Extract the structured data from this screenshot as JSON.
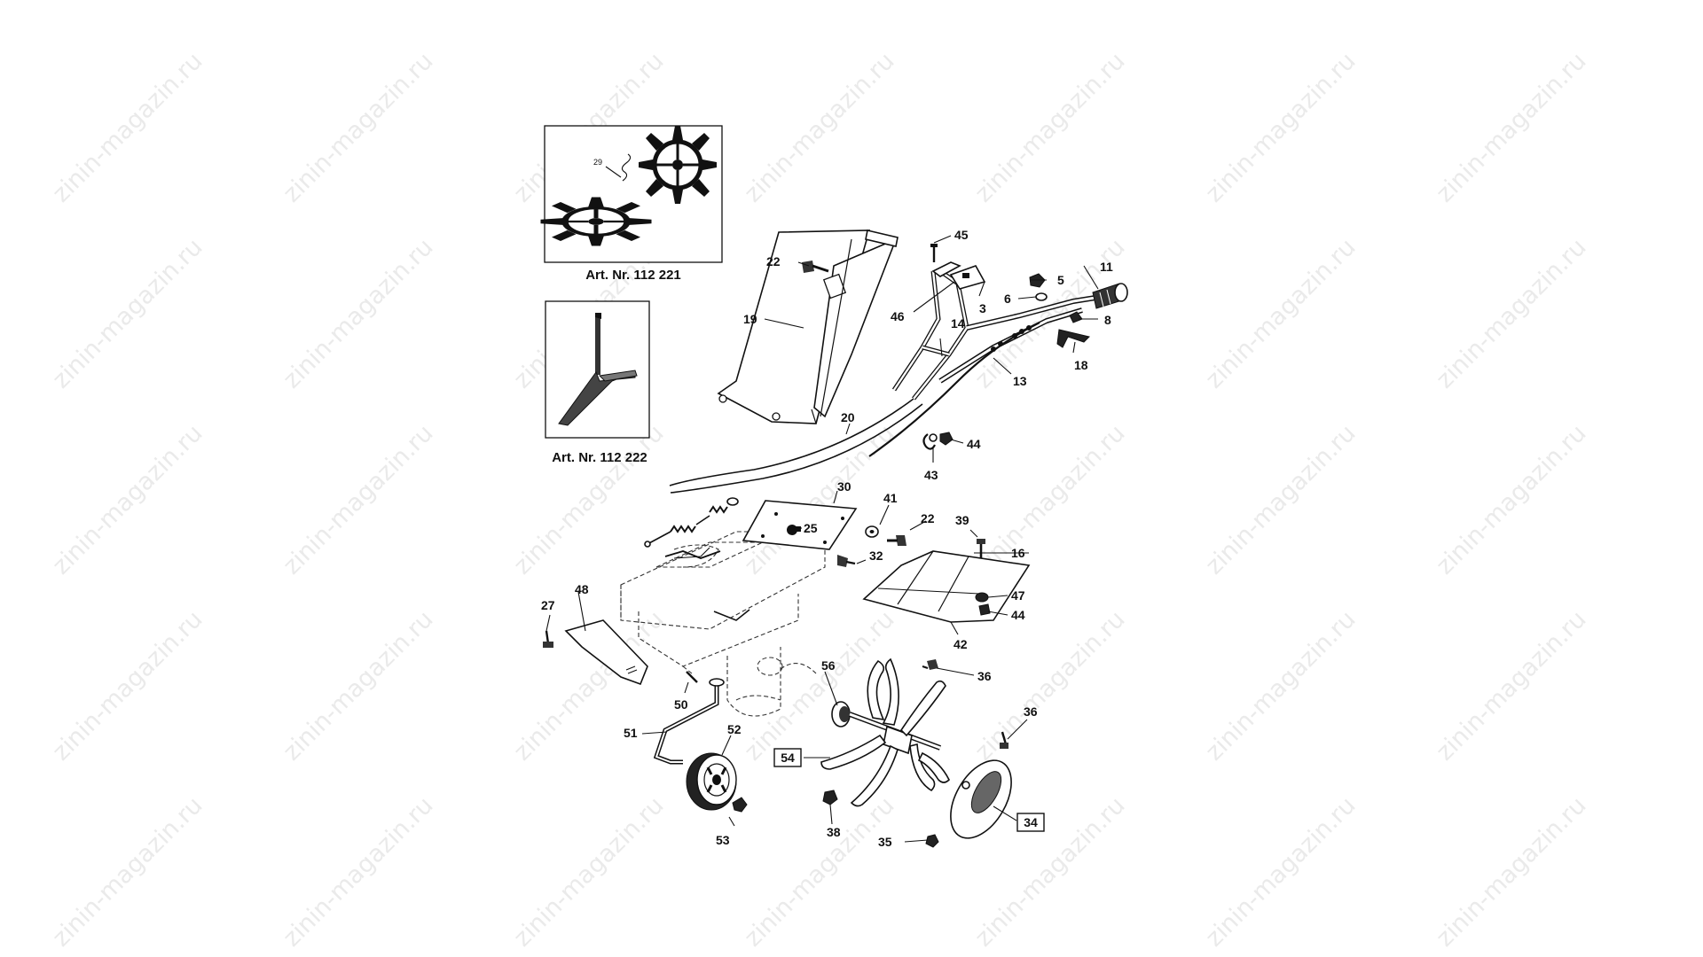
{
  "watermark": "zinin-magazin.ru",
  "insets": [
    {
      "caption": "Art. Nr. 112 221",
      "inner_label": "29"
    },
    {
      "caption": "Art. Nr. 112 222"
    }
  ],
  "labels": {
    "p3": "3",
    "p5": "5",
    "p6": "6",
    "p8": "8",
    "p11": "11",
    "p13": "13",
    "p14": "14",
    "p16": "16",
    "p18": "18",
    "p19": "19",
    "p20": "20",
    "p22a": "22",
    "p22b": "22",
    "p25": "25",
    "p27": "27",
    "p30": "30",
    "p32": "32",
    "p34": "34",
    "p35": "35",
    "p36a": "36",
    "p36b": "36",
    "p38": "38",
    "p39": "39",
    "p41": "41",
    "p42": "42",
    "p43": "43",
    "p44a": "44",
    "p44b": "44",
    "p45": "45",
    "p46": "46",
    "p47": "47",
    "p48": "48",
    "p50": "50",
    "p51": "51",
    "p52": "52",
    "p53": "53",
    "p54": "54",
    "p56": "56"
  },
  "boxed_labels": [
    "34",
    "54"
  ]
}
